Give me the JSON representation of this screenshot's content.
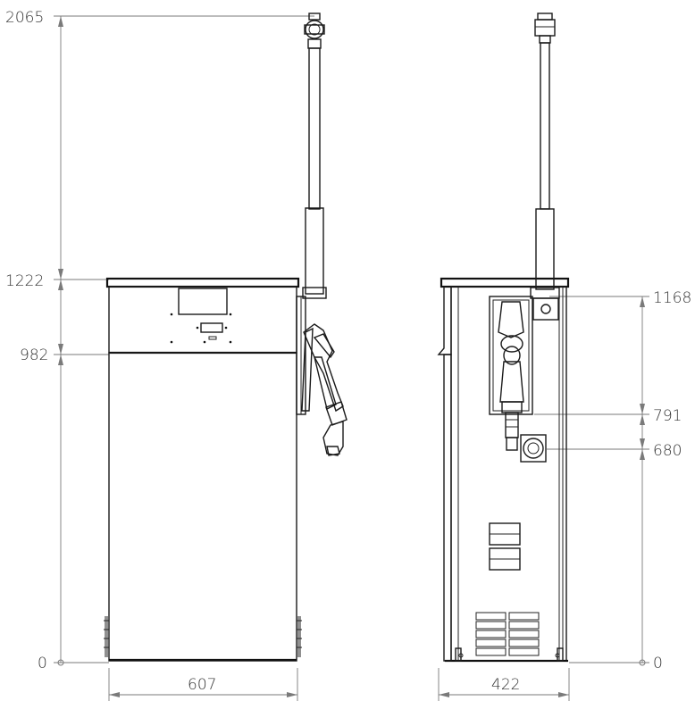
{
  "dimensions": {
    "front_height_total": "2065",
    "front_height_top": "1222",
    "front_height_panel": "982",
    "front_base": "0",
    "front_width": "607",
    "side_nozzle_top": "1168",
    "side_nozzle_mid": "791",
    "side_nozzle_low": "680",
    "side_base": "0",
    "side_width": "422"
  },
  "colors": {
    "line": "#111111",
    "dimension": "#7a7a7a",
    "text": "#333333"
  }
}
